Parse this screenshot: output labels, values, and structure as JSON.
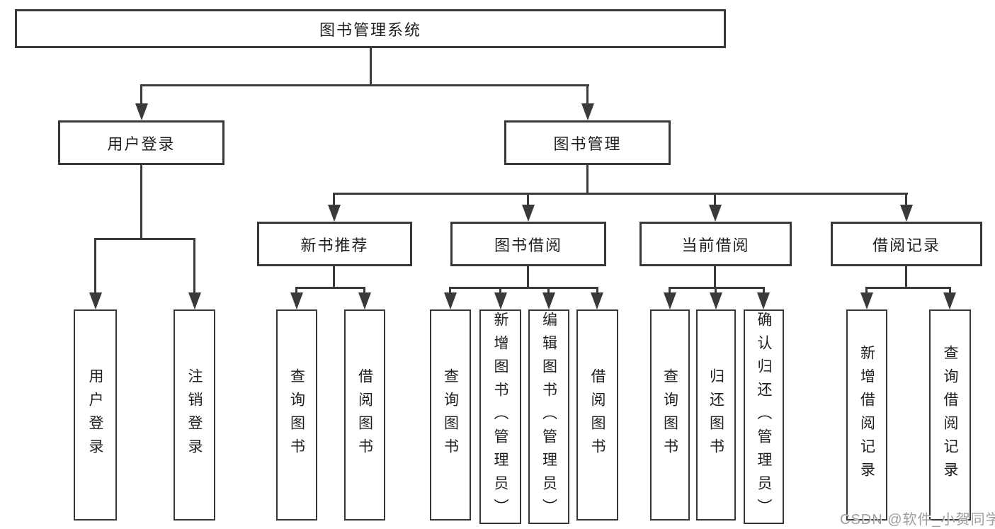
{
  "colors": {
    "line": "#3a3a3a",
    "box_border": "#383838",
    "box_fill": "#ffffff",
    "text": "#1f1f1f",
    "watermark": "#9e9e9e"
  },
  "nodes": {
    "root": {
      "label": "图书管理系统"
    },
    "level2": {
      "user_login": {
        "label": "用户登录"
      },
      "book_mgmt": {
        "label": "图书管理"
      }
    },
    "level3": {
      "new_books": {
        "label": "新书推荐"
      },
      "borrowing": {
        "label": "图书借阅"
      },
      "current": {
        "label": "当前借阅"
      },
      "records": {
        "label": "借阅记录"
      }
    },
    "leaves": {
      "user_login": {
        "label": "用户登录"
      },
      "logout": {
        "label": "注销登录"
      },
      "nb_query": {
        "label": "查询图书"
      },
      "nb_borrow": {
        "label": "借阅图书"
      },
      "bw_query": {
        "label": "查询图书"
      },
      "bw_add": {
        "label": "新增图书（管理员）"
      },
      "bw_edit": {
        "label": "编辑图书（管理员）"
      },
      "bw_borrow": {
        "label": "借阅图书"
      },
      "cb_query": {
        "label": "查询图书"
      },
      "cb_return": {
        "label": "归还图书"
      },
      "cb_confirm": {
        "label": "确认归还（管理员）"
      },
      "rc_add": {
        "label": "新增借阅记录"
      },
      "rc_query": {
        "label": "查询借阅记录"
      }
    }
  },
  "watermark": {
    "text": "CSDN @软件_小贺同学"
  }
}
